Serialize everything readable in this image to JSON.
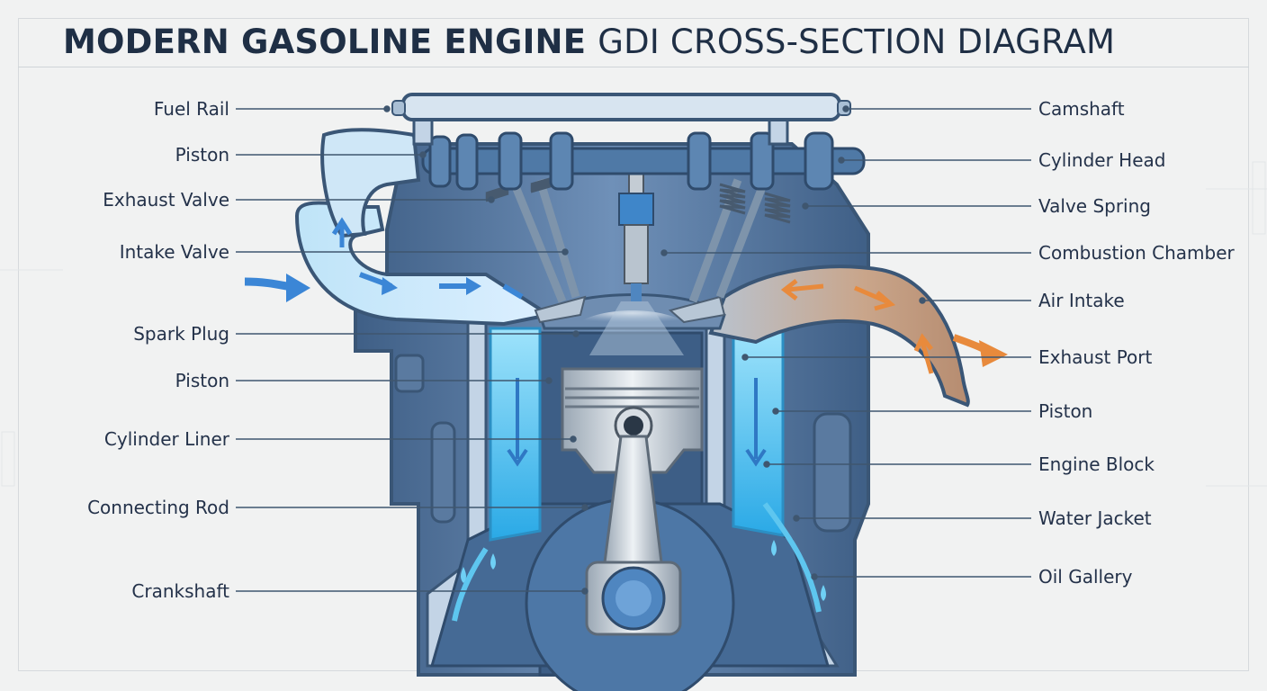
{
  "title": {
    "bold": "MODERN GASOLINE ENGINE",
    "light": "GDI CROSS-SECTION DIAGRAM"
  },
  "labels_left": [
    "Fuel Rail",
    "Piston",
    "Exhaust Valve",
    "Intake Valve",
    "Spark Plug",
    "Piston",
    "Cylinder Liner",
    "Connecting Rod",
    "Crankshaft"
  ],
  "labels_right": [
    "Camshaft",
    "Cylinder Head",
    "Valve Spring",
    "Combustion Chamber",
    "Air Intake",
    "Exhaust Port",
    "Piston",
    "Engine Block",
    "Water Jacket",
    "Oil Gallery"
  ],
  "colors": {
    "title": "#1f2f45",
    "label_text": "#24324a",
    "leader_line": "#3f566f",
    "engine_dark": "#4f6f94",
    "engine_mid": "#7c9cc2",
    "engine_light": "#c3d4e6",
    "coolant": "#5ec6ef",
    "intake_arrow": "#3b86d6",
    "exhaust_arrow": "#e88a3c"
  }
}
